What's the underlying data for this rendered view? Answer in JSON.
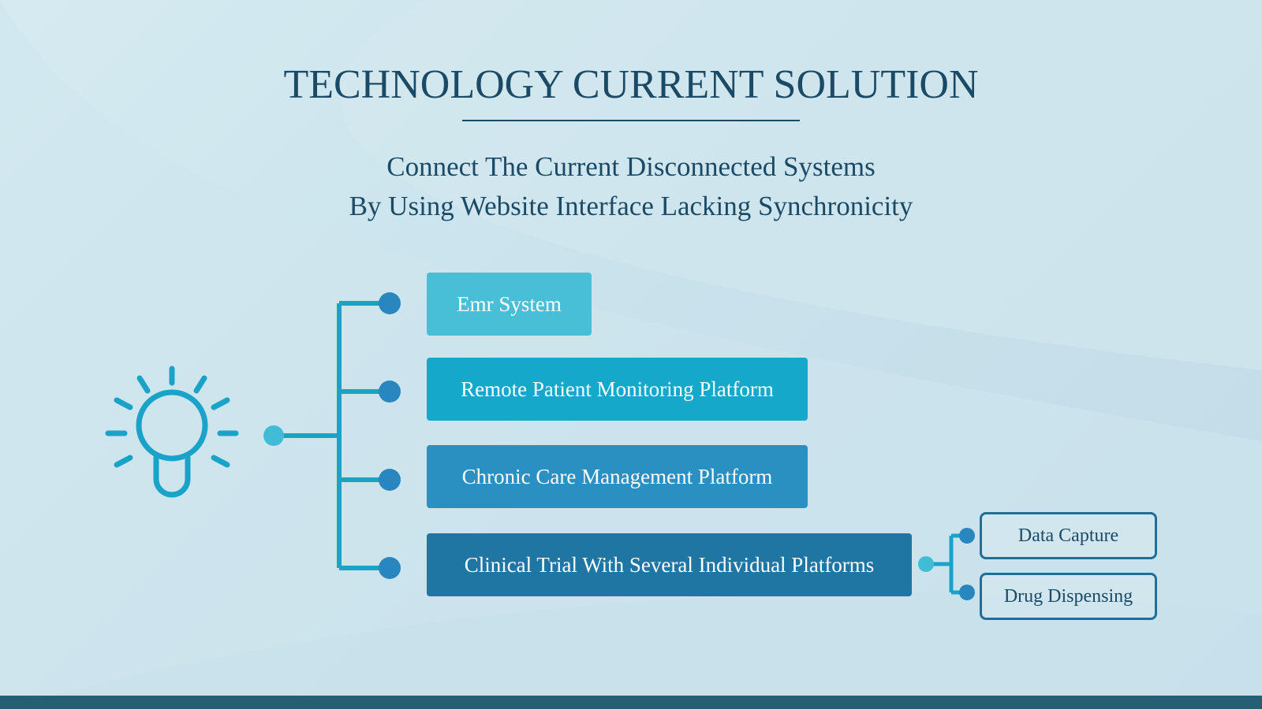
{
  "header": {
    "title": "TECHNOLOGY CURRENT SOLUTION",
    "subtitle_line1": "Connect The Current Disconnected Systems",
    "subtitle_line2": "By Using Website Interface Lacking Synchronicity"
  },
  "icons": {
    "root": "lightbulb-icon"
  },
  "systems": [
    {
      "label": "Emr System",
      "color": "#48bfd6"
    },
    {
      "label": "Remote Patient Monitoring Platform",
      "color": "#14a8cb"
    },
    {
      "label": "Chronic Care Management Platform",
      "color": "#2a90c2"
    },
    {
      "label": "Clinical Trial With Several Individual Platforms",
      "color": "#1f76a3"
    }
  ],
  "subsystems": [
    {
      "label": "Data Capture"
    },
    {
      "label": "Drug Dispensing"
    }
  ],
  "colors": {
    "title": "#1a4a66",
    "connector": "#1aa3c9",
    "node_dark": "#2a86be",
    "node_light": "#42bcd6",
    "footer": "#245f74"
  }
}
